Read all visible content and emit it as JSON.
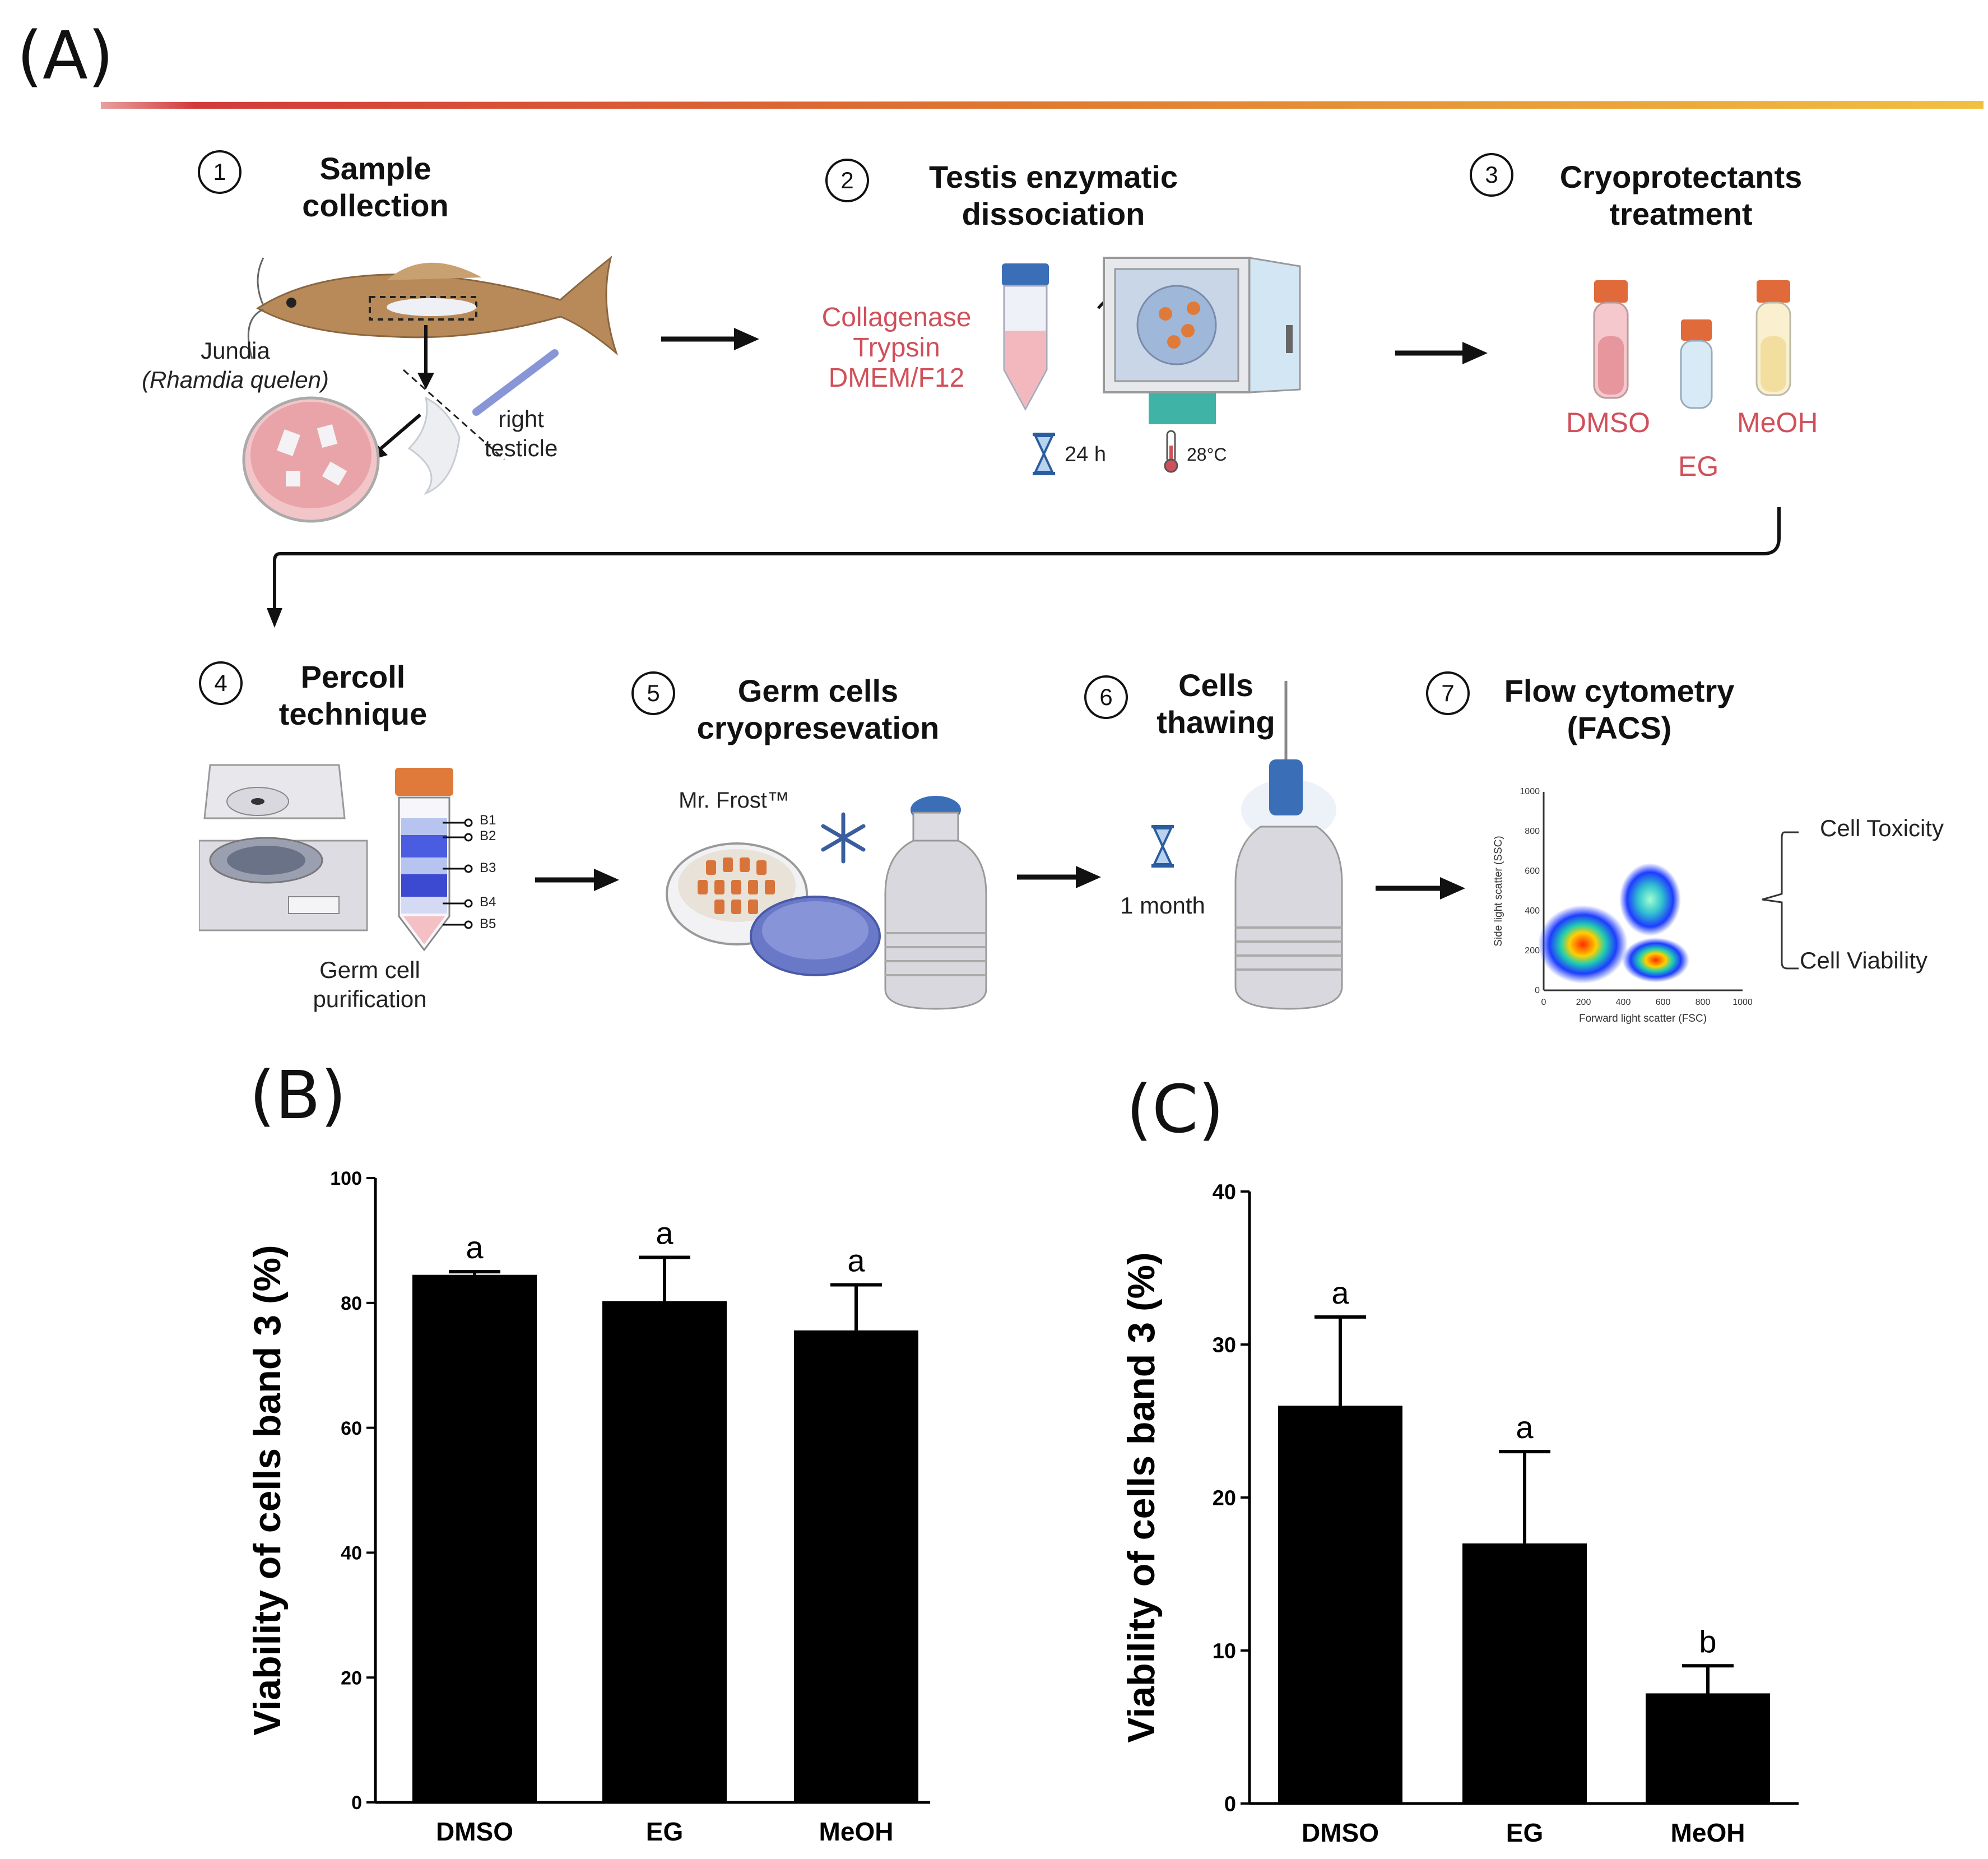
{
  "panel_a": {
    "letter": "(A)",
    "steps": [
      {
        "num": "1",
        "title": "Sample\ncollection"
      },
      {
        "num": "2",
        "title": "Testis enzymatic\ndissociation"
      },
      {
        "num": "3",
        "title": "Cryoprotectants\ntreatment"
      },
      {
        "num": "4",
        "title": "Percoll\ntechnique"
      },
      {
        "num": "5",
        "title": "Germ cells\ncryopresevation"
      },
      {
        "num": "6",
        "title": "Cells\nthawing"
      },
      {
        "num": "7",
        "title": "Flow cytometry\n(FACS)"
      }
    ],
    "fish_common": "Jundia",
    "fish_species": "(Rhamdia quelen)",
    "right_testicle": "right\ntesticle",
    "enzymes": "Collagenase\nTrypsin\nDMEM/F12",
    "time": "24 h",
    "temperature": "28°C",
    "cryo": {
      "dmso": "DMSO",
      "eg": "EG",
      "meoh": "MeOH"
    },
    "bands": [
      "B1",
      "B2",
      "B3",
      "B4",
      "B5"
    ],
    "germ_purification": "Germ cell\npurification",
    "mr_frost": "Mr. Frost™",
    "one_month": "1 month",
    "facs": {
      "xlabel": "Forward light scatter (FSC)",
      "ylabel": "Side light scatter (SSC)",
      "ticks": [
        "0",
        "200",
        "400",
        "600",
        "800",
        "1000"
      ]
    },
    "outcomes": [
      "Cell Toxicity",
      "Cell Viability"
    ],
    "colors": {
      "gradient_start": "#d23a3a",
      "gradient_end": "#f2b830",
      "reagent_red": "#d0505a",
      "tube_cap": "#e06a3a"
    }
  },
  "chart_data": [
    {
      "panel": "(B)",
      "type": "bar",
      "categories": [
        "DMSO",
        "EG",
        "MeOH"
      ],
      "values": [
        84.5,
        80.3,
        75.6
      ],
      "error": [
        0.5,
        7.0,
        7.3
      ],
      "letters": [
        "a",
        "a",
        "a"
      ],
      "ylabel": "Viability of cells band 3 (%)",
      "ylim": [
        0,
        100
      ],
      "yticks": [
        0,
        20,
        40,
        60,
        80,
        100
      ],
      "bar_color": "#000000"
    },
    {
      "panel": "(C)",
      "type": "bar",
      "categories": [
        "DMSO",
        "EG",
        "MeOH"
      ],
      "values": [
        26.0,
        17.0,
        7.2
      ],
      "error": [
        5.8,
        6.0,
        1.8
      ],
      "letters": [
        "a",
        "a",
        "b"
      ],
      "ylabel": "Viability of cells band 3 (%)",
      "ylim": [
        0,
        40
      ],
      "yticks": [
        0,
        10,
        20,
        30,
        40
      ],
      "bar_color": "#000000"
    }
  ]
}
